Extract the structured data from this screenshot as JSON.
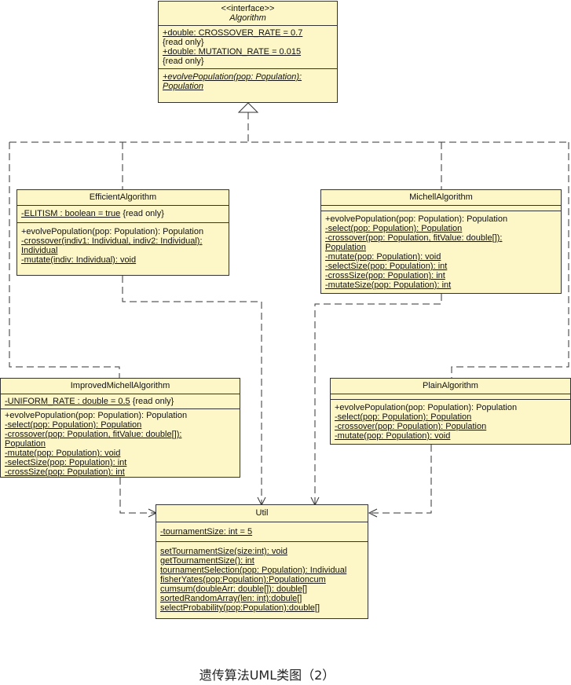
{
  "classes": {
    "algorithm": {
      "stereotype": "<<interface>>",
      "name": "Algorithm",
      "attributes": [
        "+double: CROSSOVER_RATE = 0.7",
        "{read only}",
        "+double: MUTATION_RATE = 0.015",
        "{read only}"
      ],
      "operations": [
        "+evolvePopulation(pop: Population):",
        "Population"
      ]
    },
    "efficient": {
      "name": "EfficientAlgorithm",
      "attr_underlined": "-ELITISM : boolean = true",
      "attr_suffix": " {read only}",
      "op_plain": "+evolvePopulation(pop: Population): Population",
      "ops_underlined": [
        "-crossover(indiv1: Individual, indiv2: Individual):",
        "Individual",
        "-mutate(indiv: Individual): void"
      ]
    },
    "michell": {
      "name": "MichellAlgorithm",
      "op_plain": "+evolvePopulation(pop: Population): Population",
      "ops_underlined": [
        "-select(pop: Population): Population",
        "-crossover(pop: Population, fitValue: double[]):",
        "Population",
        "-mutate(pop: Population): void",
        "-selectSize(pop: Population): int",
        "-crossSize(pop: Population): int",
        "-mutateSize(pop: Population): int"
      ]
    },
    "improved": {
      "name": "ImprovedMichellAlgorithm",
      "attr_underlined": "-UNIFORM_RATE : double = 0.5",
      "attr_suffix": " {read only}",
      "op_plain": "+evolvePopulation(pop: Population): Population",
      "ops_underlined": [
        "-select(pop: Population): Population",
        "-crossover(pop: Population, fitValue: double[]):",
        "Population",
        "-mutate(pop: Population): void",
        "-selectSize(pop: Population): int",
        "-crossSize(pop: Population): int"
      ]
    },
    "plain": {
      "name": "PlainAlgorithm",
      "op_plain": "+evolvePopulation(pop: Population): Population",
      "ops_underlined": [
        "-select(pop: Population): Population",
        "-crossover(pop: Population): Population",
        "-mutate(pop: Population): void"
      ]
    },
    "util": {
      "name": "Util",
      "attr_underlined": "-tournamentSize: int = 5",
      "ops_underlined": [
        "setTournamentSize(size:int): void",
        "getTournamentSize(): int",
        "tournamentSelection(pop: Population): Individual",
        "fisherYates(pop:Population):Populationcum",
        "cumsum(doubleArr: double[]): double[]",
        "sortedRandomArray(len: int):dobule[]",
        "selectProbability(pop:Population):double[]"
      ]
    }
  },
  "caption": "遗传算法UML类图（2）",
  "colors": {
    "class_fill": "#fdf7c8",
    "line": "#333333"
  }
}
